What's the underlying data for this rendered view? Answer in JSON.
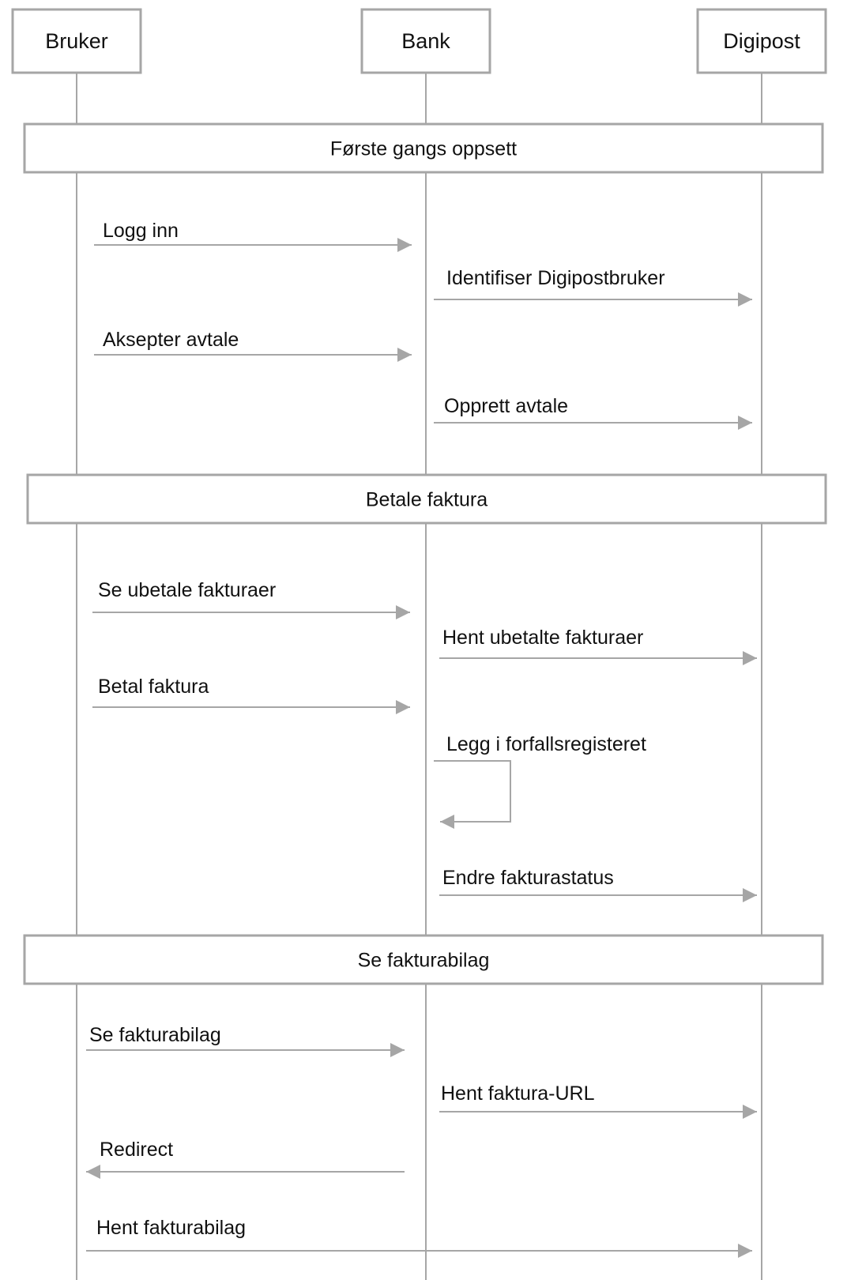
{
  "diagram": {
    "type": "sequence",
    "colors": {
      "line": "#a6a6a6",
      "box_border": "#a6a6a6",
      "text": "#111111",
      "background": "#ffffff"
    },
    "participants": [
      {
        "id": "bruker",
        "label": "Bruker"
      },
      {
        "id": "bank",
        "label": "Bank"
      },
      {
        "id": "digipost",
        "label": "Digipost"
      }
    ],
    "sections": [
      {
        "title": "Første gangs oppsett",
        "messages": [
          {
            "label": "Logg inn",
            "from": "bruker",
            "to": "bank"
          },
          {
            "label": "Identifiser Digipostbruker",
            "from": "bank",
            "to": "digipost"
          },
          {
            "label": "Aksepter avtale",
            "from": "bruker",
            "to": "bank"
          },
          {
            "label": "Opprett avtale",
            "from": "bank",
            "to": "digipost"
          }
        ]
      },
      {
        "title": "Betale faktura",
        "messages": [
          {
            "label": "Se ubetale fakturaer",
            "from": "bruker",
            "to": "bank"
          },
          {
            "label": "Hent ubetalte fakturaer",
            "from": "bank",
            "to": "digipost"
          },
          {
            "label": "Betal faktura",
            "from": "bruker",
            "to": "bank"
          },
          {
            "label": "Legg i forfallsregisteret",
            "from": "bank",
            "to": "bank"
          },
          {
            "label": "Endre fakturastatus",
            "from": "bank",
            "to": "digipost"
          }
        ]
      },
      {
        "title": "Se fakturabilag",
        "messages": [
          {
            "label": "Se fakturabilag",
            "from": "bruker",
            "to": "bank"
          },
          {
            "label": "Hent faktura-URL",
            "from": "bank",
            "to": "digipost"
          },
          {
            "label": "Redirect",
            "from": "bank",
            "to": "bruker"
          },
          {
            "label": "Hent fakturabilag",
            "from": "bruker",
            "to": "digipost"
          }
        ]
      }
    ]
  }
}
